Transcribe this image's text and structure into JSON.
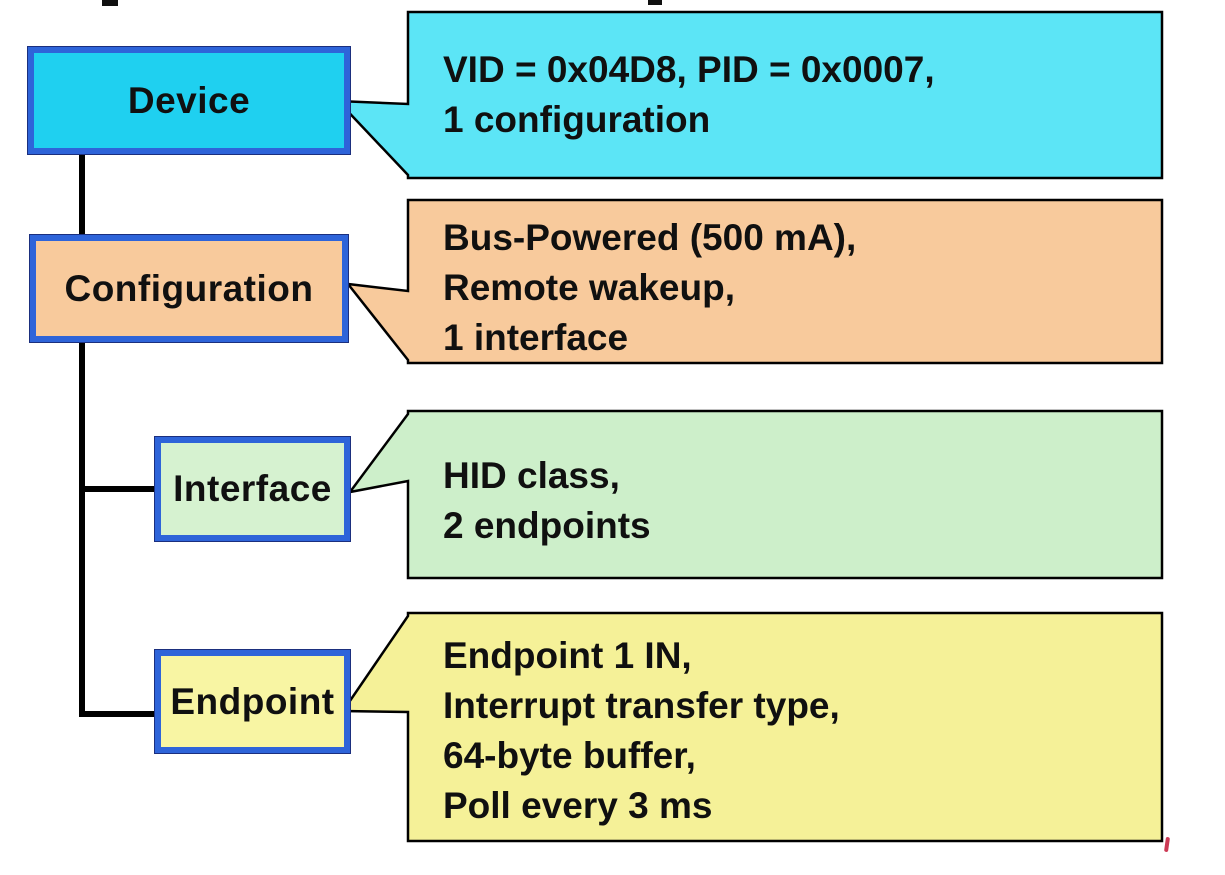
{
  "nodes": [
    {
      "label": "Device",
      "fill": "#1fd0f0"
    },
    {
      "label": "Configuration",
      "fill": "#f8ca9c"
    },
    {
      "label": "Interface",
      "fill": "#d6f2d0"
    },
    {
      "label": "Endpoint",
      "fill": "#f8f5a3"
    }
  ],
  "callouts": [
    {
      "fill": "#5ce5f6",
      "lines": [
        "VID = 0x04D8, PID = 0x0007,",
        "1 configuration"
      ]
    },
    {
      "fill": "#f8ca9c",
      "lines": [
        "Bus-Powered (500 mA),",
        "Remote wakeup,",
        "1 interface"
      ]
    },
    {
      "fill": "#cdefca",
      "lines": [
        "HID class,",
        "2 endpoints"
      ]
    },
    {
      "fill": "#f5f198",
      "lines": [
        "Endpoint 1 IN,",
        "Interrupt transfer type,",
        "64-byte buffer,",
        "Poll every 3 ms"
      ]
    }
  ],
  "colors": {
    "node_border": "#2e64d9",
    "connector": "#000000",
    "callout_border": "#000000",
    "background": "#ffffff",
    "text": "#101010",
    "stray_mark_red": "#cc3a55"
  }
}
